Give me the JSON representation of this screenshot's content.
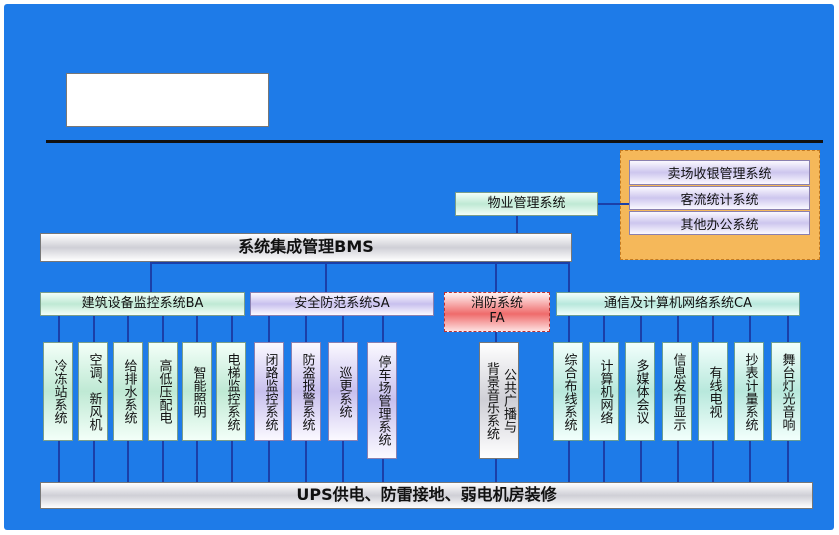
{
  "diagram": {
    "bms": "系统集成管理BMS",
    "property": "物业管理系统",
    "ups": "UPS供电、防雷接地、弱电机房装修",
    "orange_group": [
      "卖场收银管理系统",
      "客流统计系统",
      "其他办公系统"
    ],
    "categories": {
      "ba": {
        "label": "建筑设备监控系统BA",
        "items": [
          "冷冻站系统",
          "空调、新风机",
          "给排水系统",
          "高低压配电",
          "智能照明",
          "电梯监控系统"
        ]
      },
      "sa": {
        "label": "安全防范系统SA",
        "items": [
          "闭路监控系统",
          "防盗报警系统",
          "巡更系统",
          "停车场管理系统"
        ]
      },
      "fa": {
        "label_line1": "消防系统",
        "label_line2": "FA",
        "item_col1": "公共广播与",
        "item_col2": "背景音乐系统"
      },
      "ca": {
        "label": "通信及计算机网络系统CA",
        "items": [
          "综合布线系统",
          "计算机网络",
          "多媒体会议",
          "信息发布显示",
          "有线电视",
          "抄表计量系统",
          "舞台灯光音响"
        ]
      }
    }
  }
}
